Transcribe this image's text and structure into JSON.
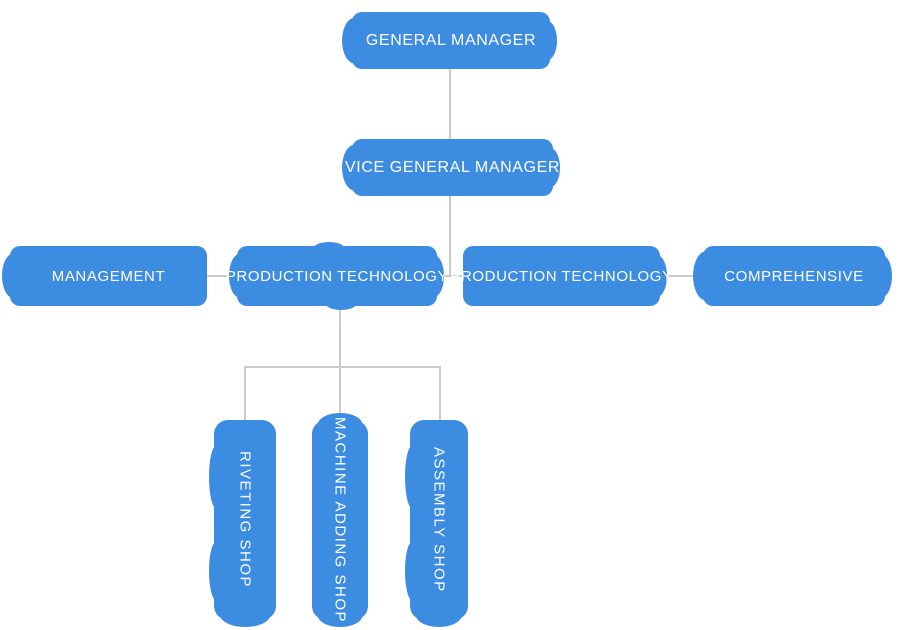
{
  "diagram": {
    "type": "org-chart",
    "colors": {
      "node_fill": "#3c8ce1",
      "node_text": "#ffffff",
      "connector": "#cbcbcb",
      "background": "#ffffff"
    },
    "nodes": {
      "general_manager": {
        "label": "GENERAL MANAGER",
        "level": 1,
        "text_orientation": "horizontal"
      },
      "vice_general_manager": {
        "label": "VICE GENERAL MANAGER",
        "level": 2,
        "text_orientation": "horizontal"
      },
      "management": {
        "label": "MANAGEMENT",
        "level": 3,
        "text_orientation": "horizontal"
      },
      "production_technology_1": {
        "label": "PRODUCTION TECHNOLOGY",
        "level": 3,
        "text_orientation": "horizontal"
      },
      "production_technology_2": {
        "label": "PRODUCTION TECHNOLOGY",
        "level": 3,
        "text_orientation": "horizontal"
      },
      "comprehensive": {
        "label": "COMPREHENSIVE",
        "level": 3,
        "text_orientation": "horizontal"
      },
      "riveting_shop": {
        "label": "RIVETING SHOP",
        "level": 4,
        "text_orientation": "vertical"
      },
      "machine_adding_shop": {
        "label": "MACHINE ADDING SHOP",
        "level": 4,
        "text_orientation": "vertical"
      },
      "assembly_shop": {
        "label": "ASSEMBLY SHOP",
        "level": 4,
        "text_orientation": "vertical"
      }
    },
    "edges": [
      {
        "from": "general_manager",
        "to": "vice_general_manager"
      },
      {
        "from": "vice_general_manager",
        "to": "management"
      },
      {
        "from": "vice_general_manager",
        "to": "production_technology_1"
      },
      {
        "from": "vice_general_manager",
        "to": "production_technology_2"
      },
      {
        "from": "vice_general_manager",
        "to": "comprehensive"
      },
      {
        "from": "production_technology_1",
        "to": "riveting_shop"
      },
      {
        "from": "production_technology_1",
        "to": "machine_adding_shop"
      },
      {
        "from": "production_technology_1",
        "to": "assembly_shop"
      }
    ]
  }
}
